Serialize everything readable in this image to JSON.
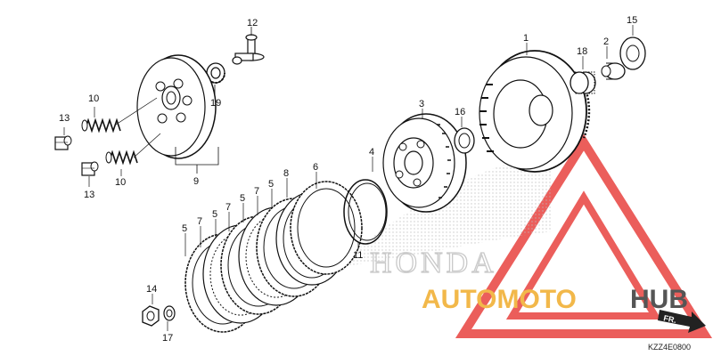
{
  "callouts": {
    "c1": "1",
    "c2": "2",
    "c3": "3",
    "c4": "4",
    "c5a": "5",
    "c5b": "5",
    "c5c": "5",
    "c5d": "5",
    "c6": "6",
    "c7a": "7",
    "c7b": "7",
    "c7c": "7",
    "c8": "8",
    "c9": "9",
    "c10a": "10",
    "c10b": "10",
    "c11": "11",
    "c12": "12",
    "c13a": "13",
    "c13b": "13",
    "c14": "14",
    "c15": "15",
    "c16": "16",
    "c17": "17",
    "c18": "18",
    "c19": "19"
  },
  "reference_code": "KZZ4E0800",
  "watermark": {
    "brand_part1": "AUTOMOTO",
    "brand_part2": "HUB",
    "honda": "HONDA",
    "accent_color": "#e8423f",
    "gold_color": "#f2b84a",
    "gray_color": "#555555"
  },
  "direction_label": "FR."
}
